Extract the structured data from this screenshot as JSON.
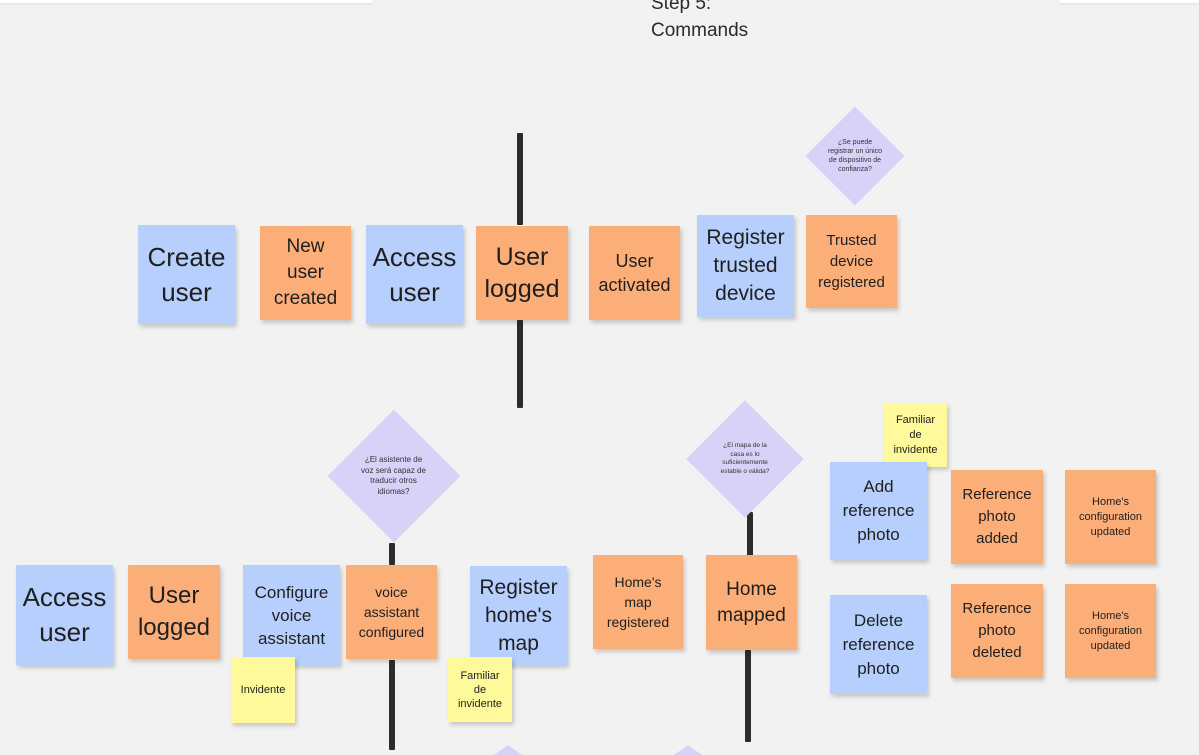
{
  "frame": {
    "title_line1": "Step 5:",
    "title_line2": "Commands"
  },
  "row1": {
    "create_user": "Create user",
    "new_user_created": "New user created",
    "access_user": "Access user",
    "user_logged": "User logged",
    "user_activated": "User activated",
    "register_trusted_device": "Register trusted device",
    "trusted_device_registered": "Trusted device registered",
    "question_trusted_device": "¿Se puede registrar un único de dispositivo de confianza?"
  },
  "row2": {
    "access_user": "Access user",
    "user_logged": "User logged",
    "configure_voice_assistant": "Configure voice assistant",
    "invidente_tag": "Invidente",
    "voice_assistant_configured": "voice assistant configured",
    "question_voice_assistant": "¿El asistente de voz será capaz de traducir otros idiomas?",
    "register_homes_map": "Register home's map",
    "familiar_tag_1": "Familiar de invidente",
    "homes_map_registered": "Home's map registered",
    "home_mapped": "Home mapped",
    "question_home_map": "¿El mapa de la casa es lo suficientemente estable o válida?",
    "familiar_tag_2": "Familiar de invidente",
    "add_reference_photo": "Add reference photo",
    "reference_photo_added": "Reference photo added",
    "homes_configuration_updated_1": "Home's configuration updated",
    "delete_reference_photo": "Delete reference photo",
    "reference_photo_deleted": "Reference photo deleted",
    "homes_configuration_updated_2": "Home's configuration updated"
  },
  "colors": {
    "command": "#b7cffc",
    "event": "#fcae78",
    "actor": "#fefa9c",
    "question": "#d8d1f8",
    "divider": "#2c2c2c"
  }
}
